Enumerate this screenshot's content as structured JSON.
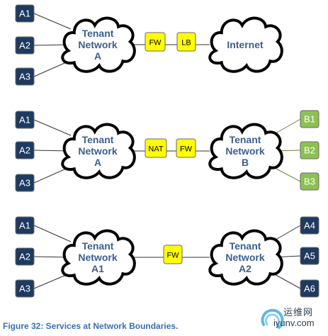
{
  "colors": {
    "dark_box": "#1f3a60",
    "green_box": "#8cc152",
    "service_box": "#ffff00",
    "cloud_text": "#3b5f8f",
    "caption": "#3b6fb0"
  },
  "rows": [
    {
      "left_nodes": [
        "A1",
        "A2",
        "A3"
      ],
      "left_cloud": [
        "Tenant",
        "Network",
        "A"
      ],
      "services": [
        "FW",
        "LB"
      ],
      "right_cloud": [
        "Internet"
      ],
      "right_nodes": []
    },
    {
      "left_nodes": [
        "A1",
        "A2",
        "A3"
      ],
      "left_cloud": [
        "Tenant",
        "Network",
        "A"
      ],
      "services": [
        "NAT",
        "FW"
      ],
      "right_cloud": [
        "Tenant",
        "Network",
        "B"
      ],
      "right_nodes": [
        "B1",
        "B2",
        "B3"
      ]
    },
    {
      "left_nodes": [
        "A1",
        "A2",
        "A3"
      ],
      "left_cloud": [
        "Tenant",
        "Network",
        "A1"
      ],
      "services": [
        "FW"
      ],
      "right_cloud": [
        "Tenant",
        "Network",
        "A2"
      ],
      "right_nodes": [
        "A4",
        "A5",
        "A6"
      ]
    }
  ],
  "caption": "Figure 32: Services at Network Boundaries.",
  "watermark": {
    "chinese": "运维网",
    "url": "iyunv.com"
  }
}
